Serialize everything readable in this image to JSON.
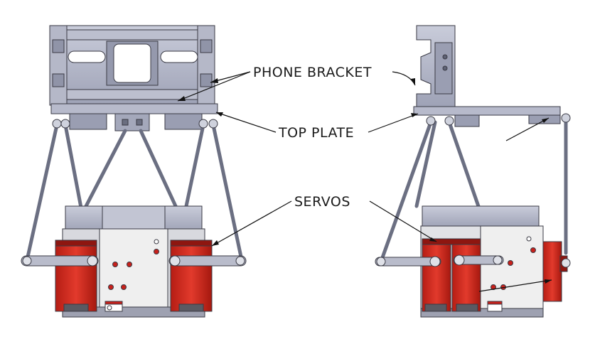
{
  "labels": {
    "phone_bracket": "PHONE BRACKET",
    "top_plate": "TOP PLATE",
    "servos": "SERVOS"
  },
  "colors": {
    "steel": "#a9adc0",
    "steel_dark": "#7c8096",
    "steel_light": "#c8cbd8",
    "outline": "#3a3a44",
    "servo_red": "#d42a1e",
    "servo_red_dark": "#8e1610",
    "housing": "#ececec",
    "leader": "#111111"
  }
}
